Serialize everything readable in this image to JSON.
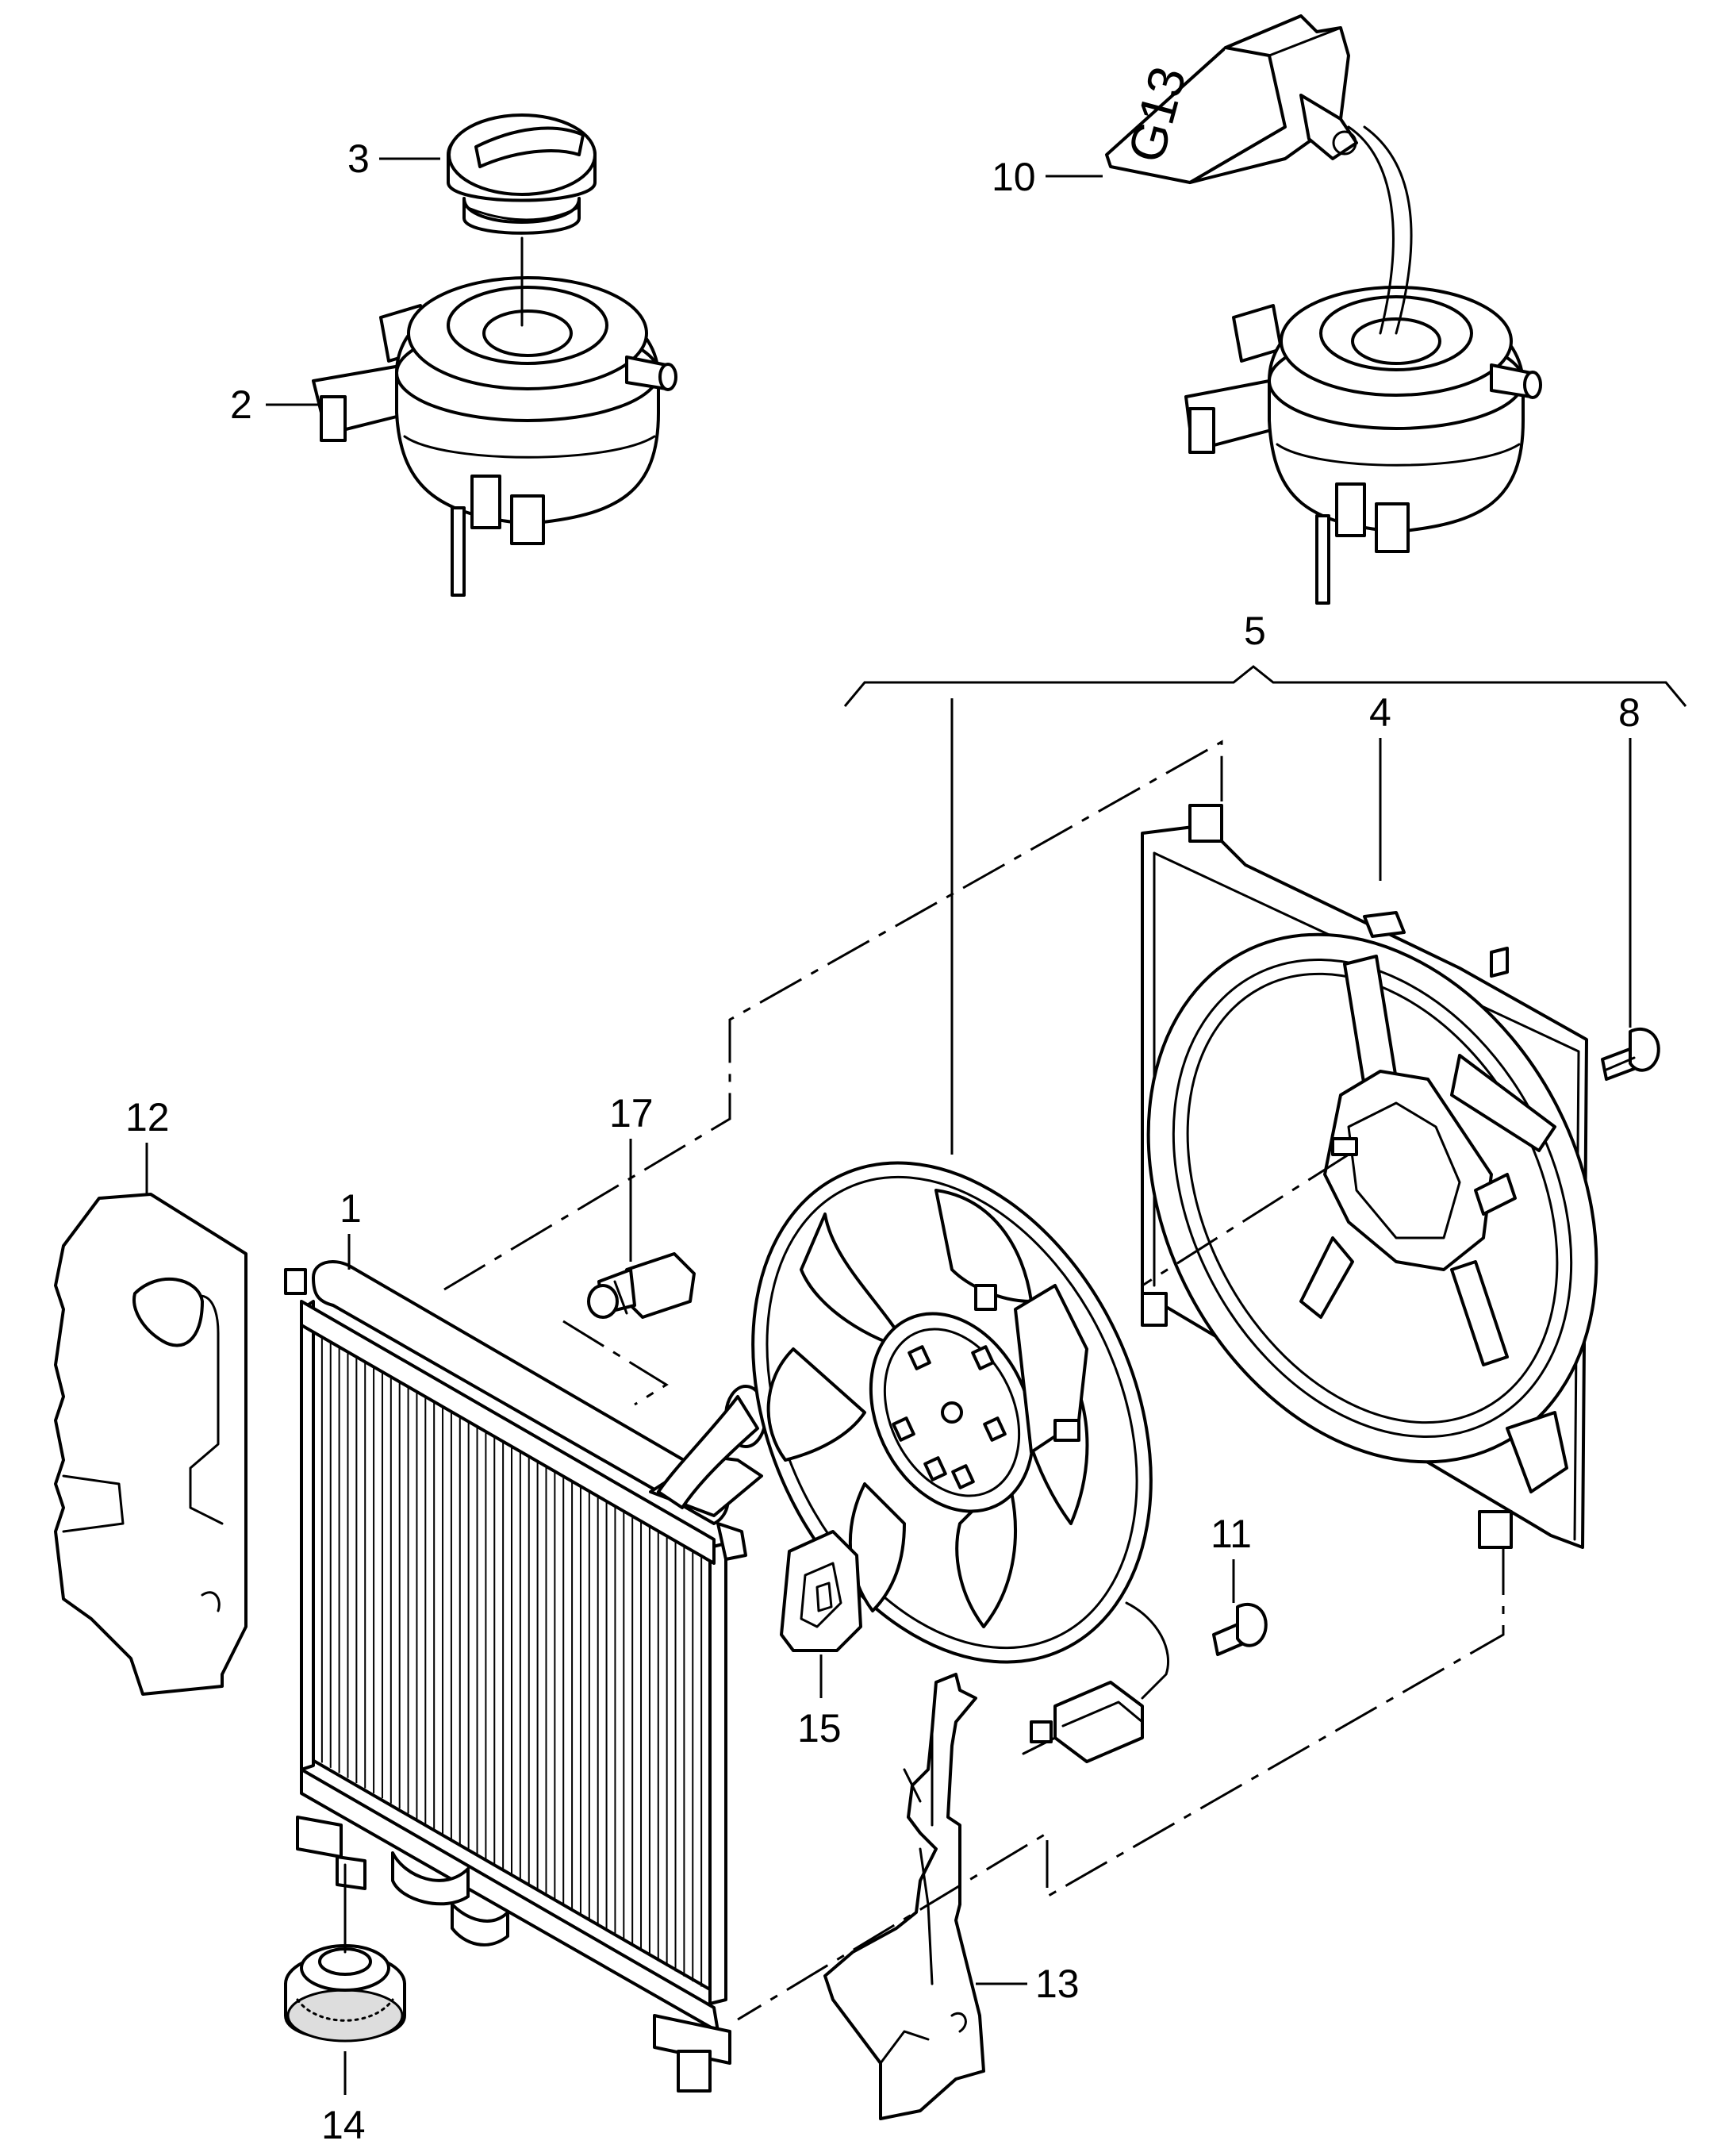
{
  "callouts": {
    "c1": "1",
    "c2": "2",
    "c3": "3",
    "c4": "4",
    "c5": "5",
    "c8": "8",
    "c10": "10",
    "c11": "11",
    "c12": "12",
    "c13": "13",
    "c14": "14",
    "c15": "15",
    "c17": "17"
  },
  "coolant_label": "G13"
}
